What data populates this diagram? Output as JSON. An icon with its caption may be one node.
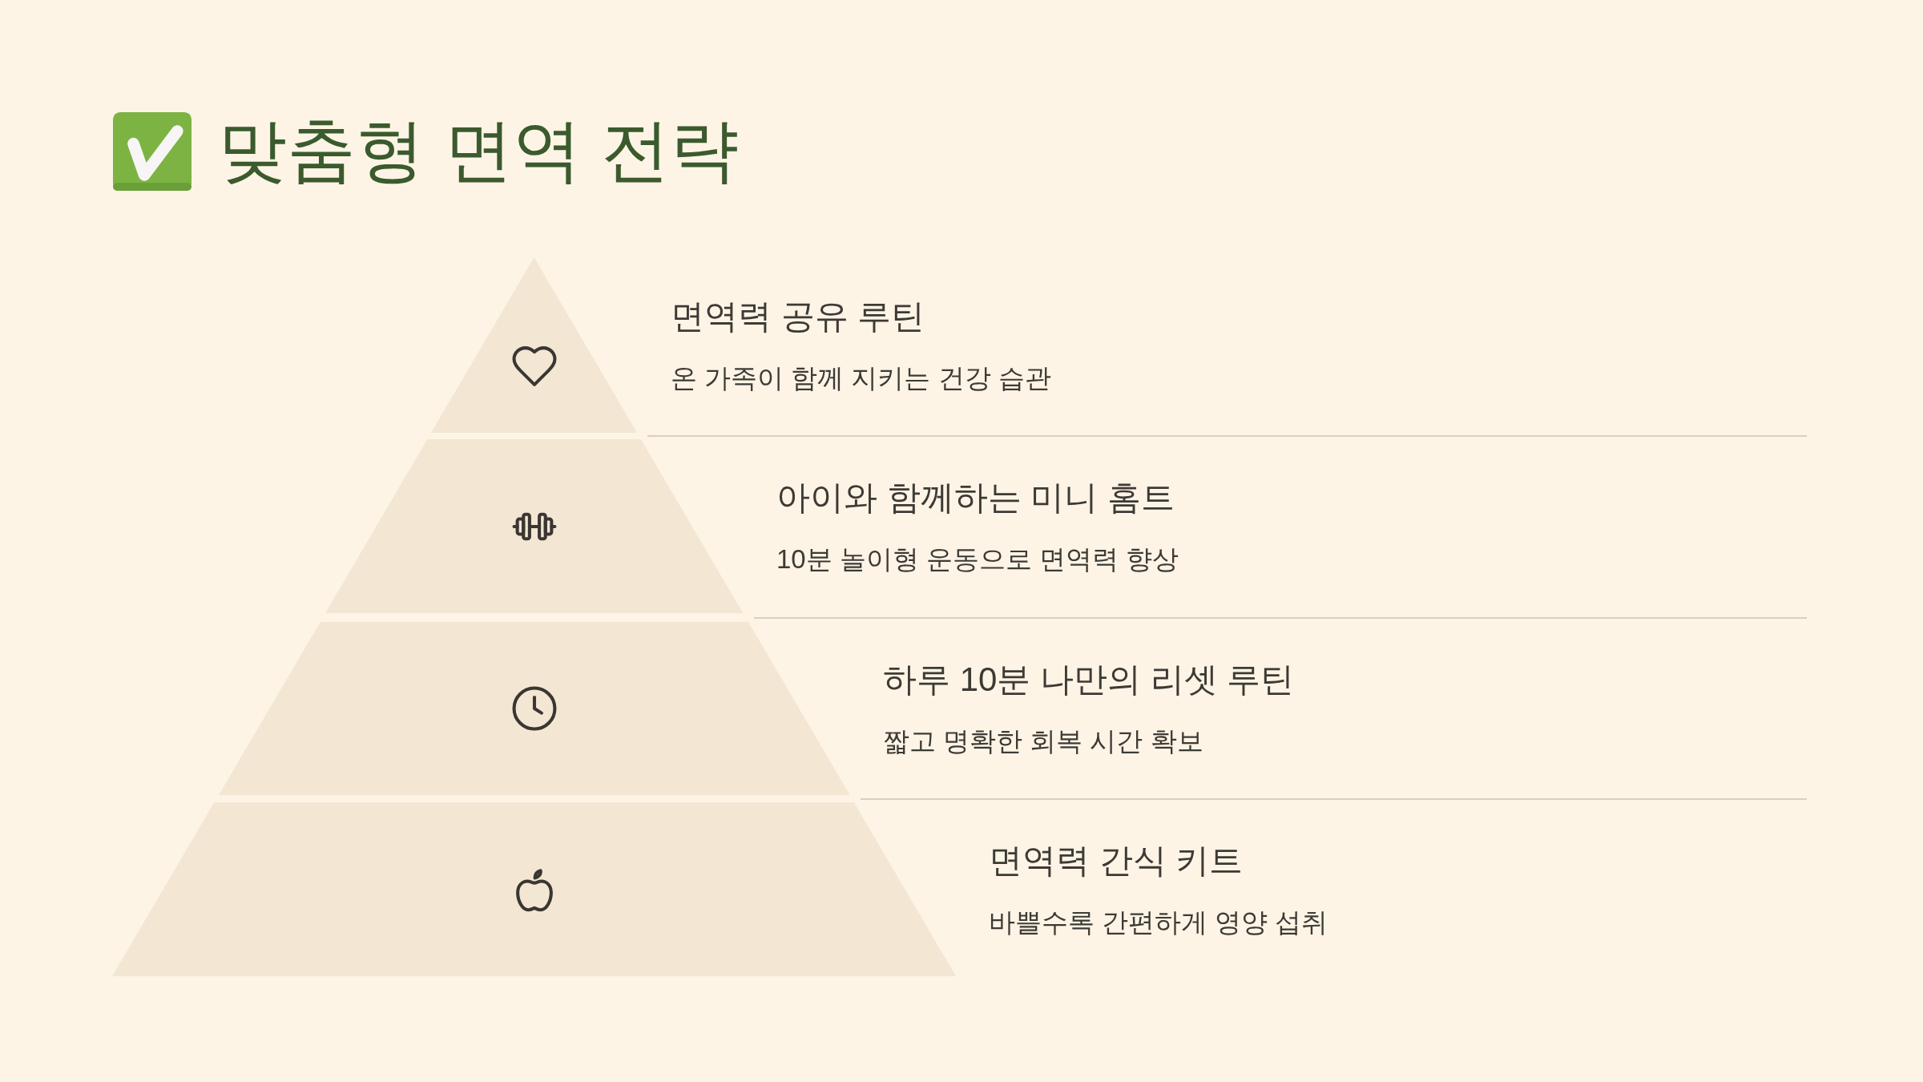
{
  "diagram": {
    "title": "맞춤형 면역 전략",
    "nodes": [
      {
        "text": [
          "면역력 공유 루틴",
          "온 가족이 함께 지키는 건강 습관"
        ]
      },
      {
        "text": [
          "아이와 함께하는 미니 홈트",
          "10분 놀이형 운동으로 면역력 향상"
        ]
      },
      {
        "text": [
          "하루 10분 나만의 리셋 루틴",
          "짧고 명확한 회복 시간 확보"
        ]
      },
      {
        "text": [
          "면역력 간식 키트",
          "바쁠수록 간편하게 영양 섭취"
        ]
      }
    ]
  }
}
